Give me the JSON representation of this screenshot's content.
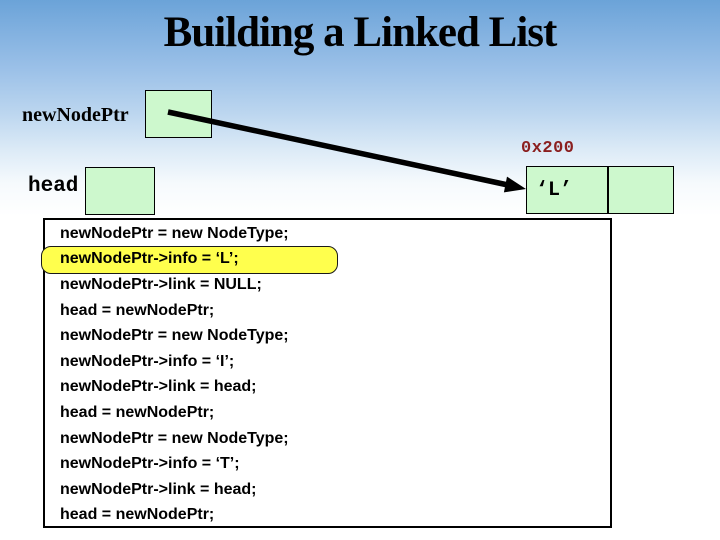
{
  "slide": {
    "title": "Building a Linked List",
    "diagram": {
      "new_node_ptr_label": "newNodePtr",
      "head_label": "head",
      "address_label": "0x200",
      "node_info_value": "‘L’"
    },
    "code": {
      "lines": [
        "newNodePtr = new NodeType;",
        "newNodePtr->info = ‘L’;",
        "newNodePtr->link = NULL;",
        "head = newNodePtr;",
        "newNodePtr = new NodeType;",
        "newNodePtr->info = ‘I’;",
        "newNodePtr->link = head;",
        "head = newNodePtr;",
        "newNodePtr = new NodeType;",
        "newNodePtr->info = ‘T’;",
        "newNodePtr->link = head;",
        "head = newNodePtr;"
      ],
      "highlighted_index": 1
    },
    "colors": {
      "box_fill": "#cdf8cd",
      "address_text": "#8b1f1f",
      "highlight_fill": "#ffff4d",
      "background_top": "#6ba3d8"
    }
  }
}
